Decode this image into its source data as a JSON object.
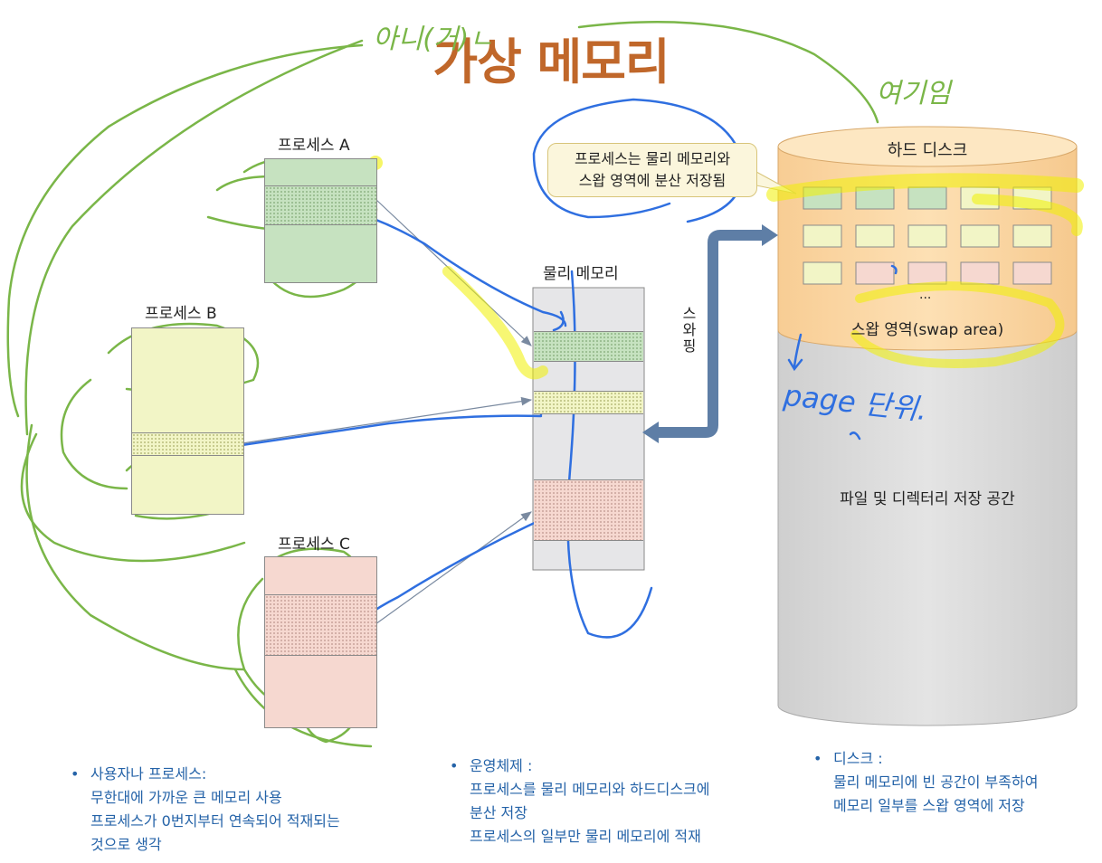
{
  "title": "가상 메모리",
  "process_a_label": "프로세스 A",
  "process_b_label": "프로세스 B",
  "process_c_label": "프로세스 C",
  "physical_memory_label": "물리 메모리",
  "swapping_label": [
    "스",
    "와",
    "핑"
  ],
  "callout": {
    "line1": "프로세스는 물리 메모리와",
    "line2": "스왑 영역에 분산 저장됨"
  },
  "disk": {
    "title": "하드 디스크",
    "ellipsis": "...",
    "swap_area": "스왑 영역(swap area)",
    "file_area": "파일 및 디렉터리 저장 공간"
  },
  "bullets": {
    "user": {
      "heading": "사용자나 프로세스:",
      "lines": [
        "무한대에 가까운 큰 메모리 사용",
        "프로세스가 0번지부터 연속되어 적재되는",
        "것으로 생각"
      ]
    },
    "os": {
      "heading": "운영체제 :",
      "lines": [
        "프로세스를 물리 메모리와 하드디스크에",
        "분산 저장",
        "프로세스의 일부만 물리 메모리에 적재"
      ]
    },
    "disk": {
      "heading": "디스크 :",
      "lines": [
        "물리 메모리에 빈 공간이 부족하여",
        "메모리 일부를 스왑 영역에 저장"
      ]
    }
  },
  "handwriting": {
    "note_top": "아니(거)ㄴ",
    "note_disk": "여기임",
    "note_page": "page 단위."
  },
  "colors": {
    "title": "#c0672a",
    "green": "#c6e2c0",
    "yellow": "#f2f5c6",
    "pink": "#f6d8d0",
    "memory_gray": "#e6e6e8",
    "disk_top": "#fbd49a",
    "disk_body": "#d9d9d9",
    "swap_arrow": "#5e7ea6",
    "pen_green": "#7ab648",
    "pen_blue": "#2f6fe0",
    "highlighter": "#f0f000"
  }
}
